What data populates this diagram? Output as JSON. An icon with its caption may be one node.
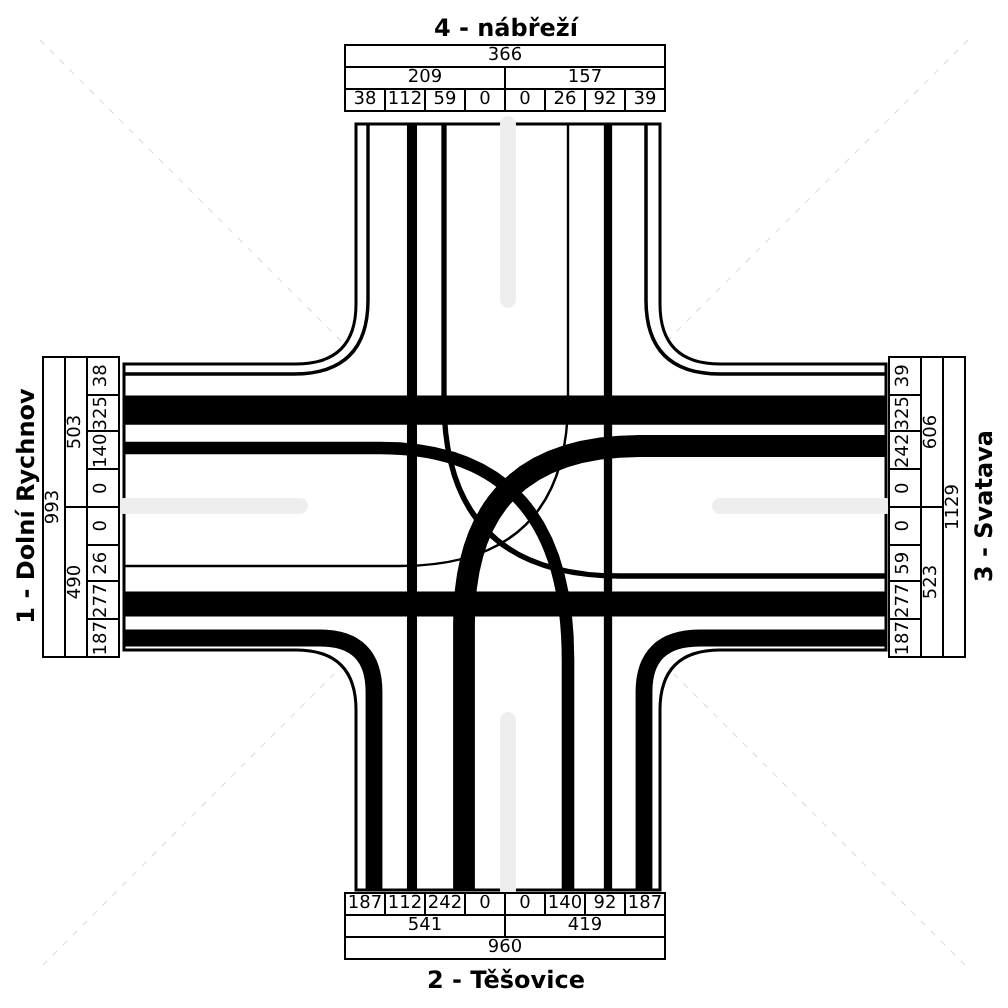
{
  "diagram": {
    "labels": [
      "4 - nábřeží",
      "366",
      "209",
      "157",
      "38",
      "112",
      "59",
      "0",
      "0",
      "26",
      "92",
      "39",
      "1 - Dolní Rychnov",
      "993",
      "490",
      "503",
      "187",
      "277",
      "26",
      "0",
      "0",
      "140",
      "325",
      "38",
      "187",
      "277",
      "59",
      "0",
      "0",
      "242",
      "325",
      "39",
      "523",
      "606",
      "1129",
      "3 - Svatava",
      "187",
      "112",
      "242",
      "0",
      "0",
      "140",
      "92",
      "187",
      "541",
      "419",
      "960",
      "2 - Těšovice"
    ]
  }
}
